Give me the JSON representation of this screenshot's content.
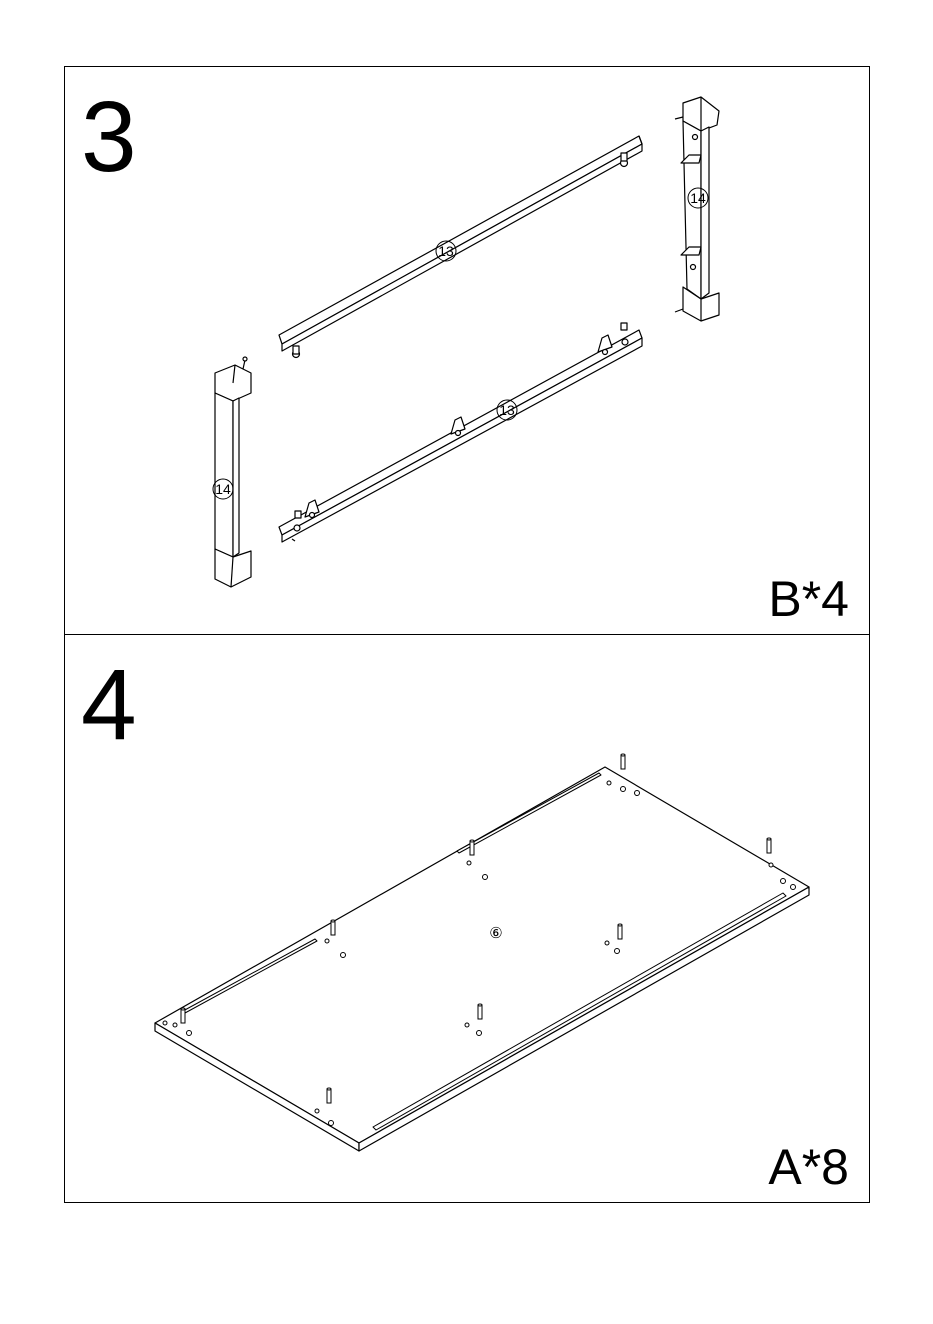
{
  "steps": [
    {
      "number": "3",
      "quantity": "B*4",
      "parts": [
        {
          "label": "13",
          "icon": "top-rail-13"
        },
        {
          "label": "13",
          "icon": "bottom-rail-13"
        },
        {
          "label": "14",
          "icon": "left-leg-14"
        },
        {
          "label": "14",
          "icon": "right-leg-14"
        }
      ]
    },
    {
      "number": "4",
      "quantity": "A*8",
      "parts": [
        {
          "label": "⑥",
          "icon": "panel-6"
        }
      ]
    }
  ]
}
